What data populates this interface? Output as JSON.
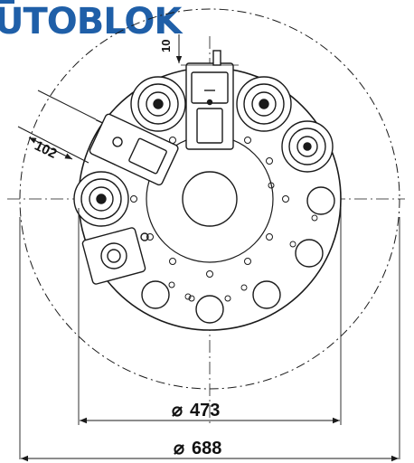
{
  "brand": {
    "name": "UTOBLOK",
    "color": "#1f5fa8"
  },
  "diagram": {
    "line_color": "#1a1a1a",
    "dimensions": {
      "outer_diameter": "688",
      "plate_diameter": "473",
      "module_offset": "102",
      "top_offset": "10"
    },
    "diameter_symbol": "⌀"
  }
}
